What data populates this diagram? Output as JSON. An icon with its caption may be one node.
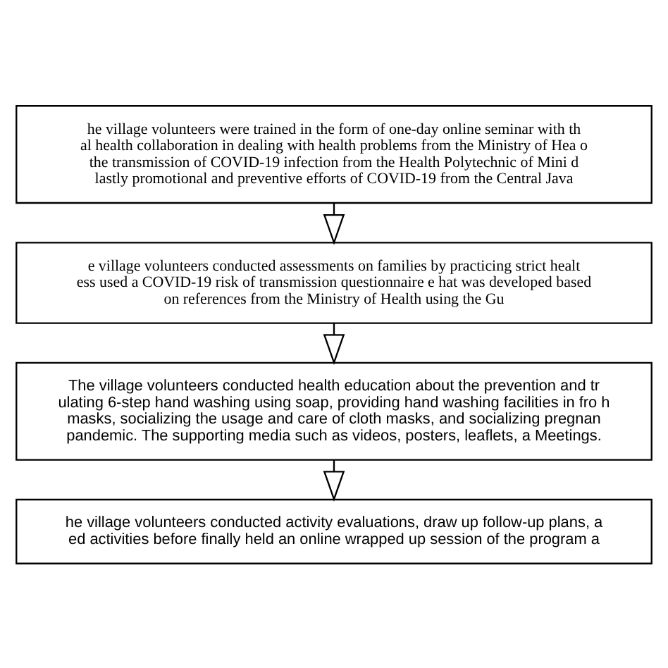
{
  "diagram": {
    "nodes": [
      {
        "text": [
          "he village volunteers were trained in the form of one-day online seminar with th al health collaboration in dealing with health problems from the Ministry of Hea o the transmission of COVID-19 infection from the Health Polytechnic of Mini d lastly promotional and preventive efforts of COVID-19 from the Central Java"
        ]
      },
      {
        "text": [
          "e village volunteers conducted assessments on families by practicing strict healt ess used a COVID-19 risk of transmission questionnaire e hat was developed based on references from the Ministry of Health using the Gu"
        ]
      },
      {
        "text": [
          "The village volunteers conducted health education about the prevention and tr ulating 6-step hand washing using soap, providing hand washing facilities in fro h masks, socializing the usage and care of cloth masks, and socializing pregnan pandemic. The supporting media such as videos, posters, leaflets, a Meetings."
        ]
      },
      {
        "text": [
          "he village volunteers conducted activity evaluations, draw up follow-up plans, a ed activities before finally held an online wrapped up session of the program a"
        ]
      }
    ],
    "edges": [
      {
        "from": 0,
        "to": 1,
        "arrow": "to"
      },
      {
        "from": 1,
        "to": 2,
        "arrow": "to"
      },
      {
        "from": 2,
        "to": 3,
        "arrow": "to"
      }
    ]
  }
}
